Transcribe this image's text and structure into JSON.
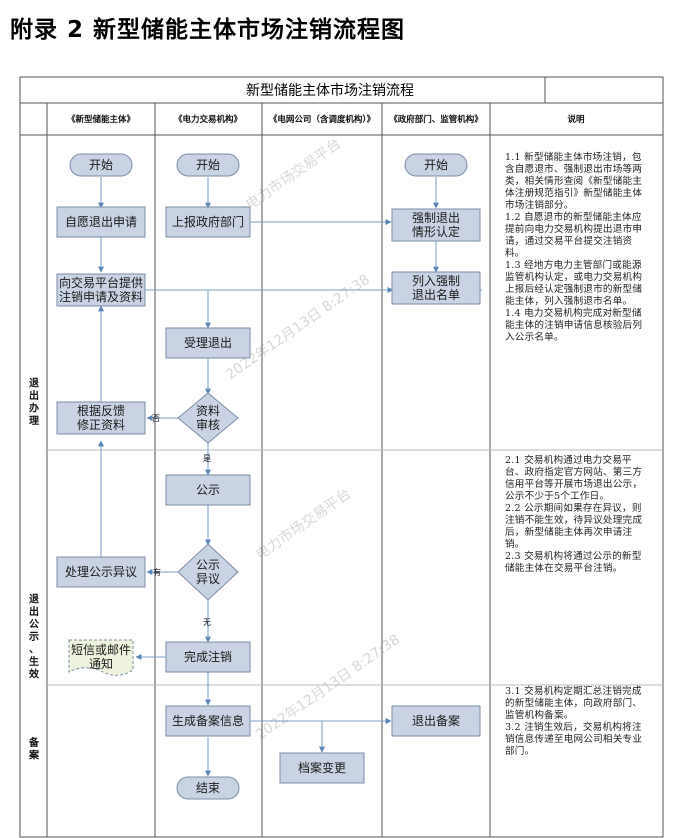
{
  "page_title": "附录 2  新型储能主体市场注销流程图",
  "diagram": {
    "title": "新型储能主体市场注销流程",
    "lanes": [
      "《新型储能主体》",
      "《电力交易机构》",
      "《电网公司（含调度机构）》",
      "《政府部门、监管机构》",
      "说明"
    ],
    "phases": [
      "退\n出\n办\n理",
      "退\n出\n公\n示\n、\n生\n效",
      "备\n案"
    ],
    "nodes": {
      "start1": "开始",
      "start2": "开始",
      "start3": "开始",
      "apply": "自愿退出申请",
      "report": "上报政府部门",
      "force": "强制退出\n情形认定",
      "submit": "向交易平台提供\n注销申请及资料",
      "list": "列入强制\n退出名单",
      "accept": "受理退出",
      "review": "资料\n审核",
      "fix": "根据反馈\n修正资料",
      "publicize": "公示",
      "objection": "公示\n异议",
      "handle": "处理公示异议",
      "done": "完成注销",
      "notify": "短信或邮件\n通知",
      "record": "生成备案信息",
      "filing": "退出备案",
      "archive": "档案变更",
      "end": "结束"
    },
    "edge_labels": {
      "no": "否",
      "yes": "是",
      "has": "有",
      "none": "无"
    },
    "notes": [
      "1.1 新型储能主体市场注销，包含自愿退市、强制退出市场等两类，相关情形查阅《新型储能主体注册规范指引》新型储能主体市场注销部分。\n1.2 自愿退市的新型储能主体应提前向电力交易机构提出退市申请，通过交易平台提交注销资料。\n1.3 经地方电力主管部门或能源监管机构认定，或电力交易机构上报后经认定强制退市的新型储能主体，列入强制退市名单。\n1.4 电力交易机构完成对新型储能主体的注销申请信息核验后列入公示名单。",
      "2.1 交易机构通过电力交易平台、政府指定官方网站、第三方信用平台等开展市场退出公示，公示不少于5个工作日。\n2.2 公示期间如果存在异议，则注销不能生效，待异议处理完成后，新型储能主体再次申请注销。\n2.3 交易机构将通过公示的新型储能主体在交易平台注销。",
      "3.1 交易机构定期汇总注销完成的新型储能主体，向政府部门、监管机构备案。\n3.2 注销生效后，交易机构将注销信息传递至电网公司相关专业部门。"
    ],
    "watermarks": [
      "电力市场交易平台",
      "2022年12月13日 8:27:38"
    ],
    "colors": {
      "box_fill": "#c9d3e3",
      "box_stroke": "#7c8ea8",
      "line": "#7a9fc4",
      "header_fill": "#ffffff"
    }
  }
}
